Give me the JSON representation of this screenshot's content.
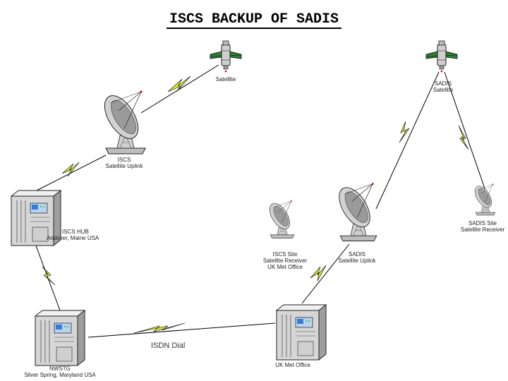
{
  "title": "ISCS BACKUP OF SADIS",
  "nodes": {
    "iscs_satellite": {
      "lines": [
        "Satellite"
      ],
      "icon": "satellite-icon"
    },
    "sadis_satellite": {
      "lines": [
        "SADIS",
        "Satellite"
      ],
      "icon": "satellite-icon"
    },
    "iscs_uplink": {
      "lines": [
        "ISCS",
        "Satellite Uplink"
      ],
      "icon": "satellite-dish-icon"
    },
    "iscs_hub": {
      "lines": [
        "ISCS HUB",
        "Andover, Maine USA"
      ],
      "icon": "server-icon"
    },
    "sadis_site_receiver": {
      "lines": [
        "SADIS Site",
        "Satellite Receiver"
      ],
      "icon": "satellite-dish-icon"
    },
    "iscs_site_receiver": {
      "lines": [
        "ISCS Site",
        "Satellite Receiver",
        "UK Met Office"
      ],
      "icon": "satellite-dish-icon"
    },
    "sadis_uplink": {
      "lines": [
        "SADIS",
        "Satellite Uplink"
      ],
      "icon": "satellite-dish-icon"
    },
    "nwstg": {
      "lines": [
        "NWSTG",
        "Silver Spring, Maryland USA"
      ],
      "icon": "server-icon"
    },
    "uk_met_office": {
      "lines": [
        "UK Met Office"
      ],
      "icon": "server-icon"
    }
  },
  "links": {
    "isdn_label": "ISDN Dial"
  },
  "colors": {
    "lightning": "#e6f01e",
    "server_body": "#d6d6d6",
    "server_screen": "#b8d4f0",
    "led": "#44aa44"
  }
}
